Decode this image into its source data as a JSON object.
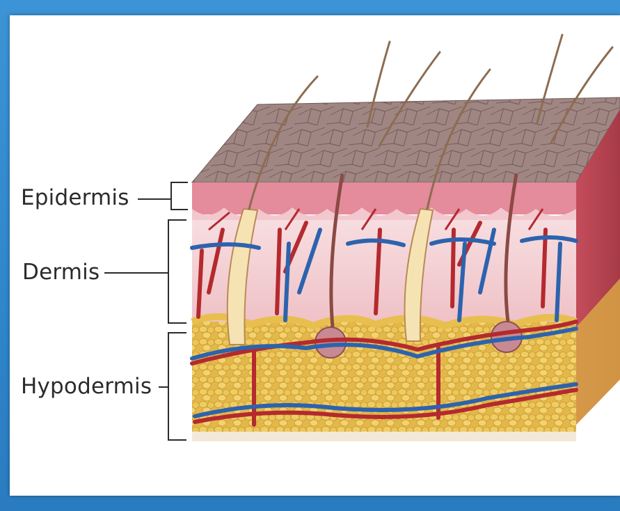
{
  "labels": {
    "epidermis": "Epidermis",
    "dermis": "Dermis",
    "hypodermis": "Hypodermis"
  },
  "colors": {
    "frame": "#2f86cb",
    "card": "#ffffff",
    "surface": "#9c807b",
    "epidermis": "#e58fa0",
    "dermis": "#f1cfd2",
    "fat": "#e7bf4f",
    "artery": "#b3262b",
    "vein": "#2d64ad",
    "hair": "#8b6a4f"
  }
}
